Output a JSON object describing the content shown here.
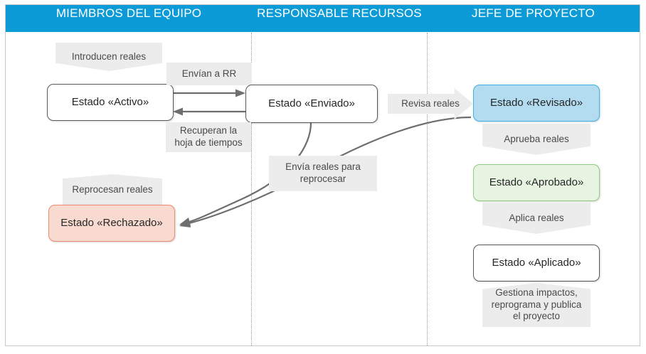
{
  "header": {
    "lanes": [
      {
        "label": "MIEMBROS DEL EQUIPO"
      },
      {
        "label": "RESPONSABLE RECURSOS"
      },
      {
        "label": "JEFE DE PROYECTO"
      }
    ],
    "background_color": "#0c9bd7",
    "text_color": "#ffffff"
  },
  "states": {
    "activo": {
      "label": "Estado «Activo»",
      "fill": "#ffffff",
      "border": "#595959"
    },
    "enviado": {
      "label": "Estado «Enviado»",
      "fill": "#ffffff",
      "border": "#595959"
    },
    "revisado": {
      "label": "Estado «Revisado»",
      "fill": "#b3dcf0",
      "border": "#3fb0e3"
    },
    "aprobado": {
      "label": "Estado «Aprobado»",
      "fill": "#e7f4e2",
      "border": "#8ecb7d"
    },
    "aplicado": {
      "label": "Estado «Aplicado»",
      "fill": "#ffffff",
      "border": "#595959"
    },
    "rechazado": {
      "label": "Estado «Rechazado»",
      "fill": "#f8dad1",
      "border": "#ec8a73"
    }
  },
  "actions": {
    "introducen_reales": {
      "label": "Introducen reales",
      "shape": "chevron-down"
    },
    "envian_a_rr": {
      "label": "Envían a RR",
      "shape": "rectangle"
    },
    "recuperan": {
      "label": "Recuperan la hoja de tiempos",
      "shape": "rectangle"
    },
    "revisa_reales": {
      "label": "Revisa reales",
      "shape": "arrow-right"
    },
    "aprueba_reales": {
      "label": "Aprueba reales",
      "shape": "chevron-down"
    },
    "aplica_reales": {
      "label": "Aplica reales",
      "shape": "chevron-down"
    },
    "gestiona": {
      "label": "Gestiona impactos, reprograma y publica el proyecto",
      "shape": "notch-top"
    },
    "envia_reprocesar": {
      "label": "Envía reales para reprocesar",
      "shape": "rectangle"
    },
    "reprocesan_reales": {
      "label": "Reprocesan reales",
      "shape": "notch-top"
    }
  },
  "colors": {
    "lane_header": "#0c9bd7",
    "tag_fill": "#ececec",
    "connector": "#6e6e6e",
    "frame_border": "#c8c8c8"
  }
}
